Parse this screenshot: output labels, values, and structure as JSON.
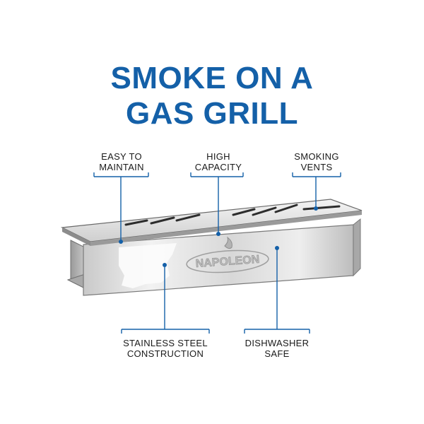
{
  "headline": {
    "line1": "SMOKE ON A",
    "line2": "GAS GRILL"
  },
  "callouts": {
    "easy": {
      "line1": "EASY TO",
      "line2": "MAINTAIN"
    },
    "capacity": {
      "line1": "HIGH",
      "line2": "CAPACITY"
    },
    "vents": {
      "line1": "SMOKING",
      "line2": "VENTS"
    },
    "steel": {
      "line1": "STAINLESS STEEL",
      "line2": "CONSTRUCTION"
    },
    "dishwasher": {
      "line1": "DISHWASHER",
      "line2": "SAFE"
    }
  },
  "product": {
    "brand_logo": "NAPOLEON"
  },
  "colors": {
    "headline": "#1460a8",
    "callout_line": "#1460a8",
    "callout_text": "#1a1a1a",
    "steel_light": "#e6e6e6",
    "steel_dark": "#8a8a8a"
  },
  "icons": {
    "brand_logo": "napoleon-flame-logo"
  }
}
